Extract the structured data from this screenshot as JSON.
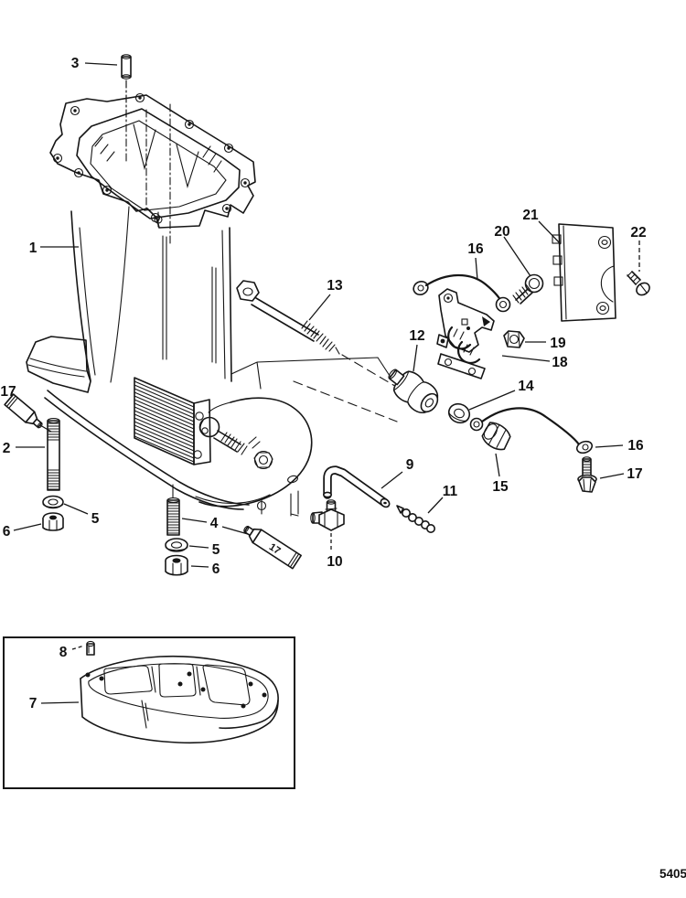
{
  "figure": {
    "type": "exploded-parts-diagram",
    "drawing_number": "5405",
    "callouts": [
      "3",
      "1",
      "13",
      "16",
      "20",
      "21",
      "22",
      "19",
      "18",
      "12",
      "14",
      "15",
      "16",
      "17",
      "9",
      "11",
      "10",
      "4",
      "5",
      "6",
      "5",
      "6",
      "2",
      "17",
      "17",
      "7",
      "8"
    ]
  }
}
